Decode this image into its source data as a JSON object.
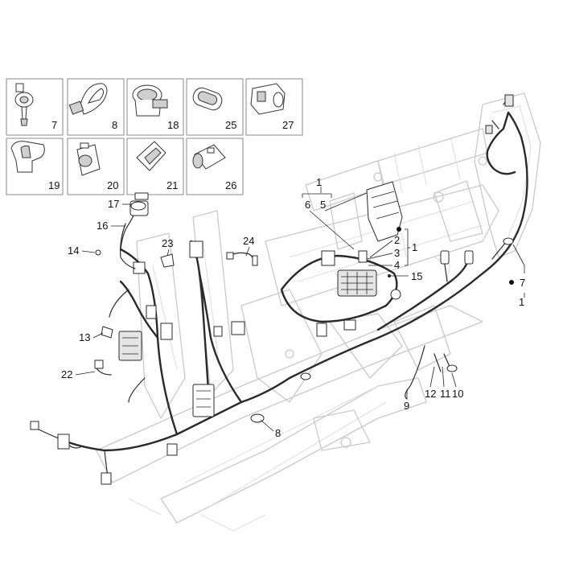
{
  "inset_parts": [
    {
      "id": "7"
    },
    {
      "id": "8"
    },
    {
      "id": "18"
    },
    {
      "id": "25"
    },
    {
      "id": "27"
    },
    {
      "id": "19"
    },
    {
      "id": "20"
    },
    {
      "id": "21"
    },
    {
      "id": "26"
    }
  ],
  "callouts": {
    "c1_top": "1",
    "c6": "6",
    "c5": "5",
    "c2": "2",
    "c3": "3",
    "c4": "4",
    "c1_right": "1",
    "c15": "15",
    "c7": "7",
    "c1_bottom": "1",
    "c17": "17",
    "c16": "16",
    "c14": "14",
    "c23": "23",
    "c24": "24",
    "c13": "13",
    "c22": "22",
    "c9": "9",
    "c12": "12",
    "c11": "11",
    "c10": "10",
    "c8": "8"
  },
  "colors": {
    "frame": "#c9c9c9",
    "wire": "#2a2a2a",
    "box_border": "#8a8a8a"
  }
}
